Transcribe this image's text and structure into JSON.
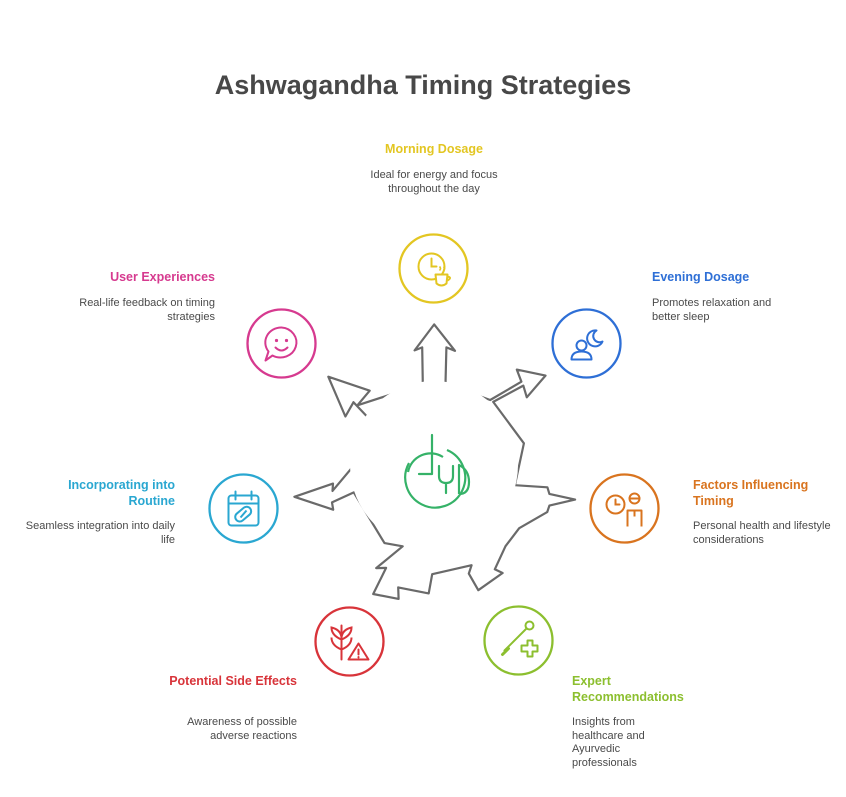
{
  "title": "Ashwagandha Timing Strategies",
  "center_icon": "ashwagandha-plant-icon",
  "nodes": [
    {
      "id": "morning",
      "label": "Morning Dosage",
      "desc": "Ideal for energy and focus throughout the day",
      "color": "#e3c622",
      "icon": "clock-cup-icon"
    },
    {
      "id": "evening",
      "label": "Evening Dosage",
      "desc": "Promotes relaxation and better sleep",
      "color": "#2e6fd6",
      "icon": "person-moon-icon"
    },
    {
      "id": "factors",
      "label": "Factors Influencing Timing",
      "desc": "Personal health and lifestyle considerations",
      "color": "#d9741f",
      "icon": "clock-person-icon"
    },
    {
      "id": "expert",
      "label": "Expert Recommendations",
      "desc": "Insights from healthcare and Ayurvedic professionals",
      "color": "#8cbf2f",
      "icon": "thermometer-plus-icon"
    },
    {
      "id": "side",
      "label": "Potential Side Effects",
      "desc": "Awareness of possible adverse reactions",
      "color": "#d8343a",
      "icon": "plant-warning-icon"
    },
    {
      "id": "routine",
      "label": "Incorporating into Routine",
      "desc": "Seamless integration into daily life",
      "color": "#2aa7d1",
      "icon": "calendar-pill-icon"
    },
    {
      "id": "users",
      "label": "User Experiences",
      "desc": "Real-life feedback on timing strategies",
      "color": "#d63a8f",
      "icon": "chat-face-icon"
    }
  ]
}
